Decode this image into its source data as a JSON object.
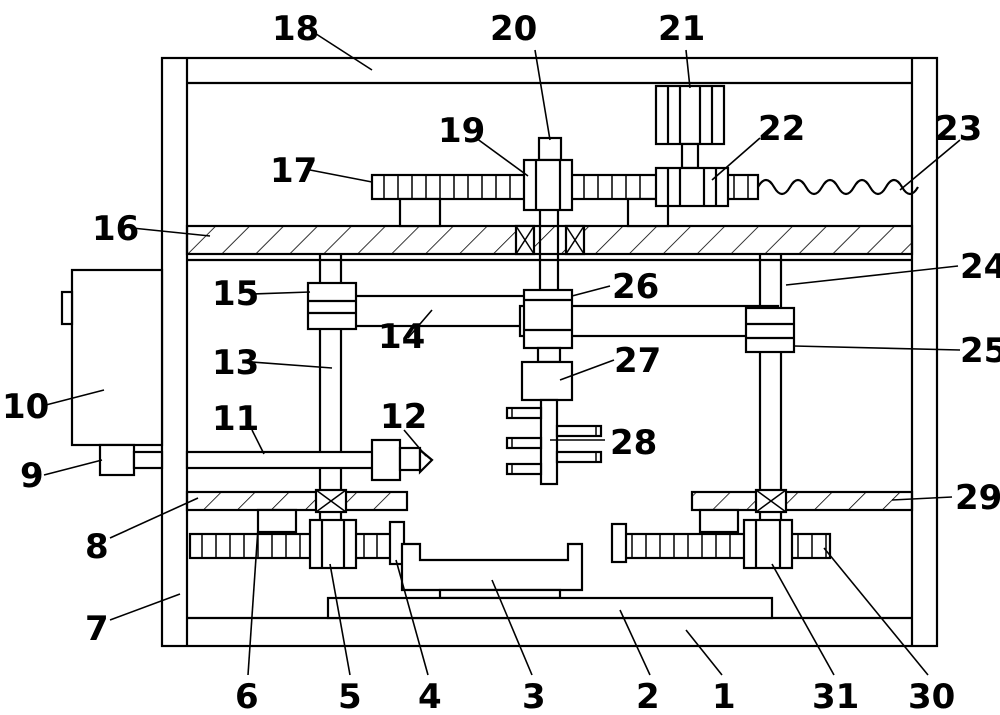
{
  "labels": [
    "1",
    "2",
    "3",
    "4",
    "5",
    "6",
    "7",
    "8",
    "9",
    "10",
    "11",
    "12",
    "13",
    "14",
    "15",
    "16",
    "17",
    "18",
    "19",
    "20",
    "21",
    "22",
    "23",
    "24",
    "25",
    "26",
    "27",
    "28",
    "29",
    "30",
    "31"
  ]
}
